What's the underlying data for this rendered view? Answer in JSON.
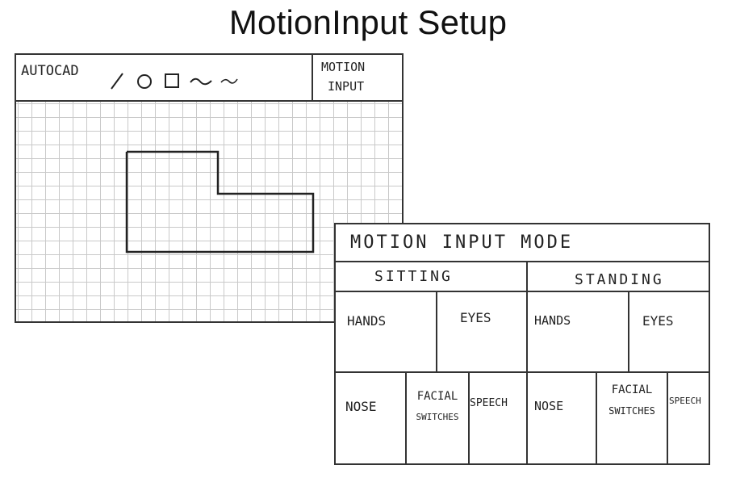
{
  "page": {
    "title": "MotionInput Setup"
  },
  "autocad_window": {
    "app_name": "AUTOCAD",
    "tools": [
      {
        "name": "line-tool-icon"
      },
      {
        "name": "circle-tool-icon"
      },
      {
        "name": "rectangle-tool-icon"
      },
      {
        "name": "curve-tool-icon"
      },
      {
        "name": "spline-tool-icon"
      }
    ],
    "motion_input_button": {
      "line1": "MOTION",
      "line2": "INPUT"
    }
  },
  "mode_panel": {
    "title": "MOTION INPUT MODE",
    "sitting": {
      "label": "SITTING",
      "hands": "HANDS",
      "eyes": "EYES",
      "nose": "NOSE",
      "facial_line1": "FACIAL",
      "facial_line2": "SWITCHES",
      "speech": "SPEECH"
    },
    "standing": {
      "label": "STANDING",
      "hands": "HANDS",
      "eyes": "EYES",
      "nose": "NOSE",
      "facial_line1": "FACIAL",
      "facial_line2": "SWITCHES",
      "speech": "SPEECH"
    }
  }
}
